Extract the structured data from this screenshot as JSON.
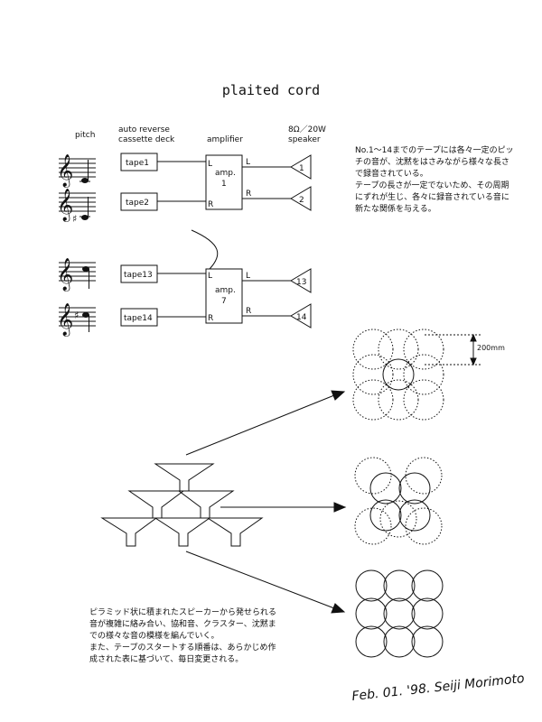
{
  "title": "plaited cord",
  "headers": {
    "pitch": "pitch",
    "deck_line1": "auto reverse",
    "deck_line2": "cassette deck",
    "amplifier": "amplifier",
    "speaker_line1": "8Ω／20W",
    "speaker_line2": "speaker"
  },
  "tapes": [
    "tape1",
    "tape2",
    "tape13",
    "tape14"
  ],
  "amps": [
    {
      "line1": "amp.",
      "line2": "1"
    },
    {
      "line1": "amp.",
      "line2": "7"
    }
  ],
  "channels": {
    "left": "L",
    "right": "R"
  },
  "speakers": [
    "1",
    "2",
    "13",
    "14"
  ],
  "dimension_label": "200mm",
  "note_top": [
    "No.1～14までのテープには各々一定のピッ",
    "チの音が、沈黙をはさみながら様々な長さ",
    "で録音されている。",
    "テープの長さが一定でないため、その周期",
    "にずれが生じ、各々に録音されている音に",
    "新たな関係を与える。"
  ],
  "note_bottom": [
    "ピラミッド状に積まれたスピーカーから発せられる",
    "音が複雑に絡み合い、協和音、クラスター、沈黙ま",
    "での様々な音の模様を編んでいく。",
    "また、テープのスタートする順番は、あらかじめ作",
    "成された表に基づいて、毎日変更される。"
  ],
  "signature": "Feb. 01. '98. Seiji Morimoto"
}
